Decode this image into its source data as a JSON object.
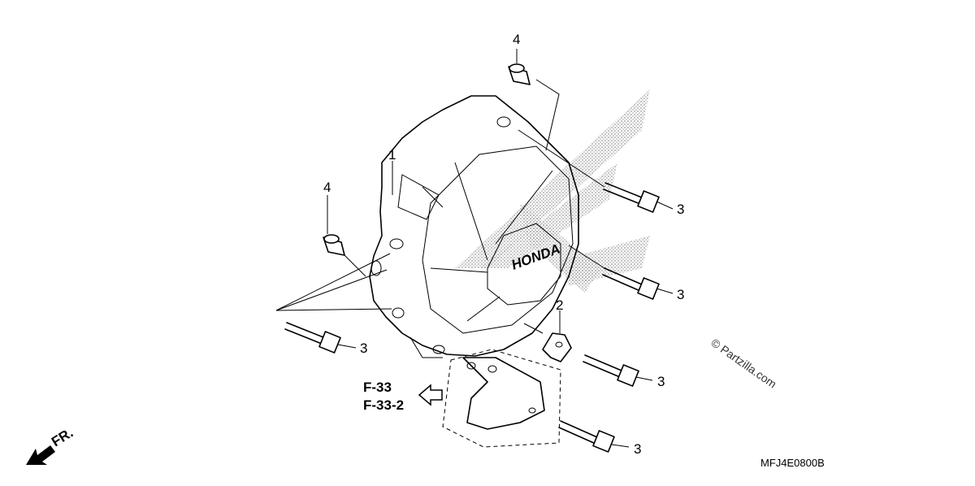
{
  "callouts": {
    "cover": "1",
    "bracket": "2",
    "bolt_top": "3",
    "bolt_mid": "3",
    "bolt_left": "3",
    "bolt_bracket": "3",
    "bolt_bottom": "3",
    "dowel_top": "4",
    "dowel_left": "4"
  },
  "cover_logo": "HONDA",
  "ref_pages": {
    "primary": "F-33",
    "secondary": "F-33-2"
  },
  "front_indicator": "FR.",
  "watermark": "© Partzilla.com",
  "diagram_code": "MFJ4E0800B",
  "icons": {
    "front": "front-arrow-icon",
    "ref": "hollow-arrow-icon"
  }
}
